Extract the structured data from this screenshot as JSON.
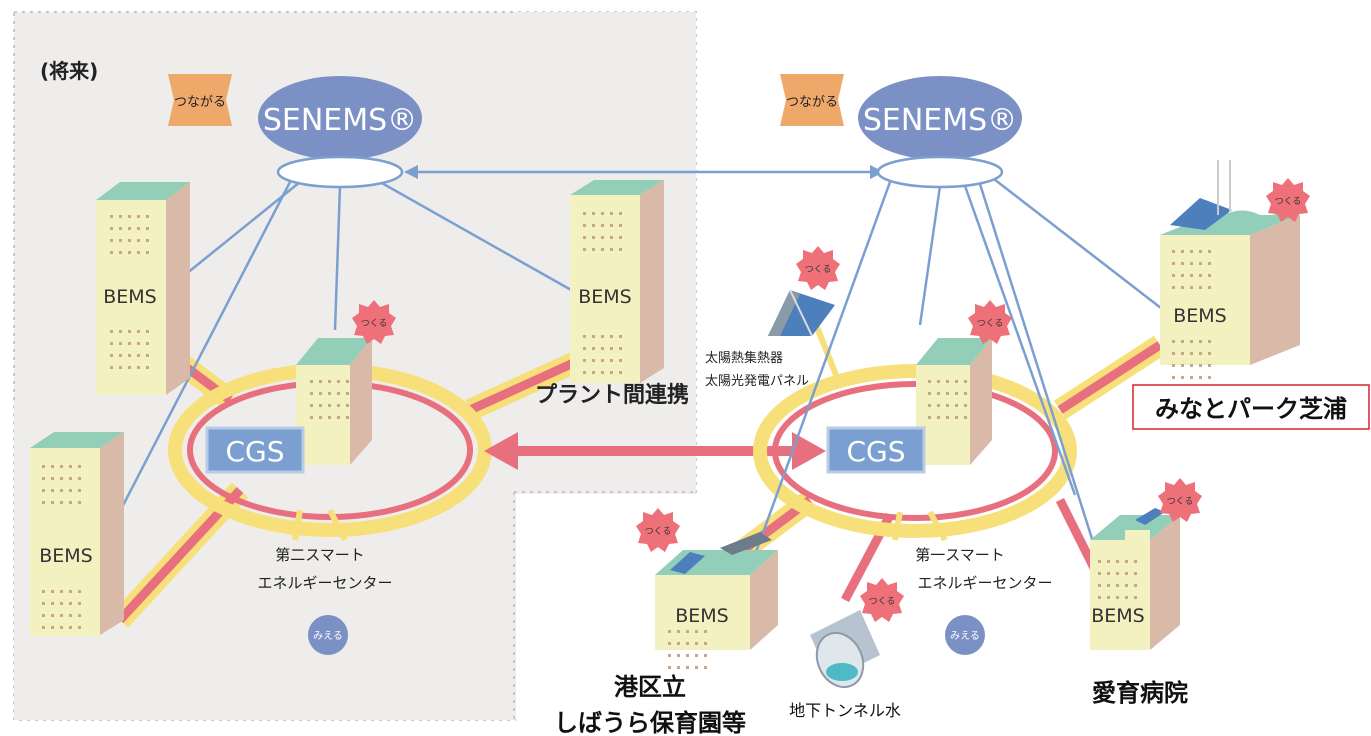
{
  "future_label": "(将来)",
  "connect_label": "つながる",
  "senems_label": "SENEMS®",
  "bems_label": "BEMS",
  "cgs_label": "CGS",
  "create_label": "つくる",
  "see_label": "みえる",
  "plant_link_label": "プラント間連携",
  "second_center": {
    "line1": "第二スマート",
    "line2": "エネルギーセンター"
  },
  "first_center": {
    "line1": "第一スマート",
    "line2": "エネルギーセンター"
  },
  "solar_labels": {
    "line1": "太陽熱集熱器",
    "line2": "太陽光発電パネル"
  },
  "tunnel_label": "地下トンネル水",
  "minato_park_label": "みなとパーク芝浦",
  "nursery": {
    "line1": "港区立",
    "line2": "しばうら保育園等"
  },
  "hospital_label": "愛育病院",
  "colors": {
    "future_bg": "#efedeb",
    "pipe_pink": "#e8707e",
    "pipe_yellow": "#f7e07a",
    "comm_line": "#7b9fd0",
    "senems_fill": "#7b90c4",
    "connect_fill": "#eea96a",
    "gear_fill": "#ee7079",
    "building_front": "#f3f1c0",
    "building_side": "#d9b9a8",
    "building_roof": "#93cfb8",
    "highlight_border": "#d9232b"
  }
}
